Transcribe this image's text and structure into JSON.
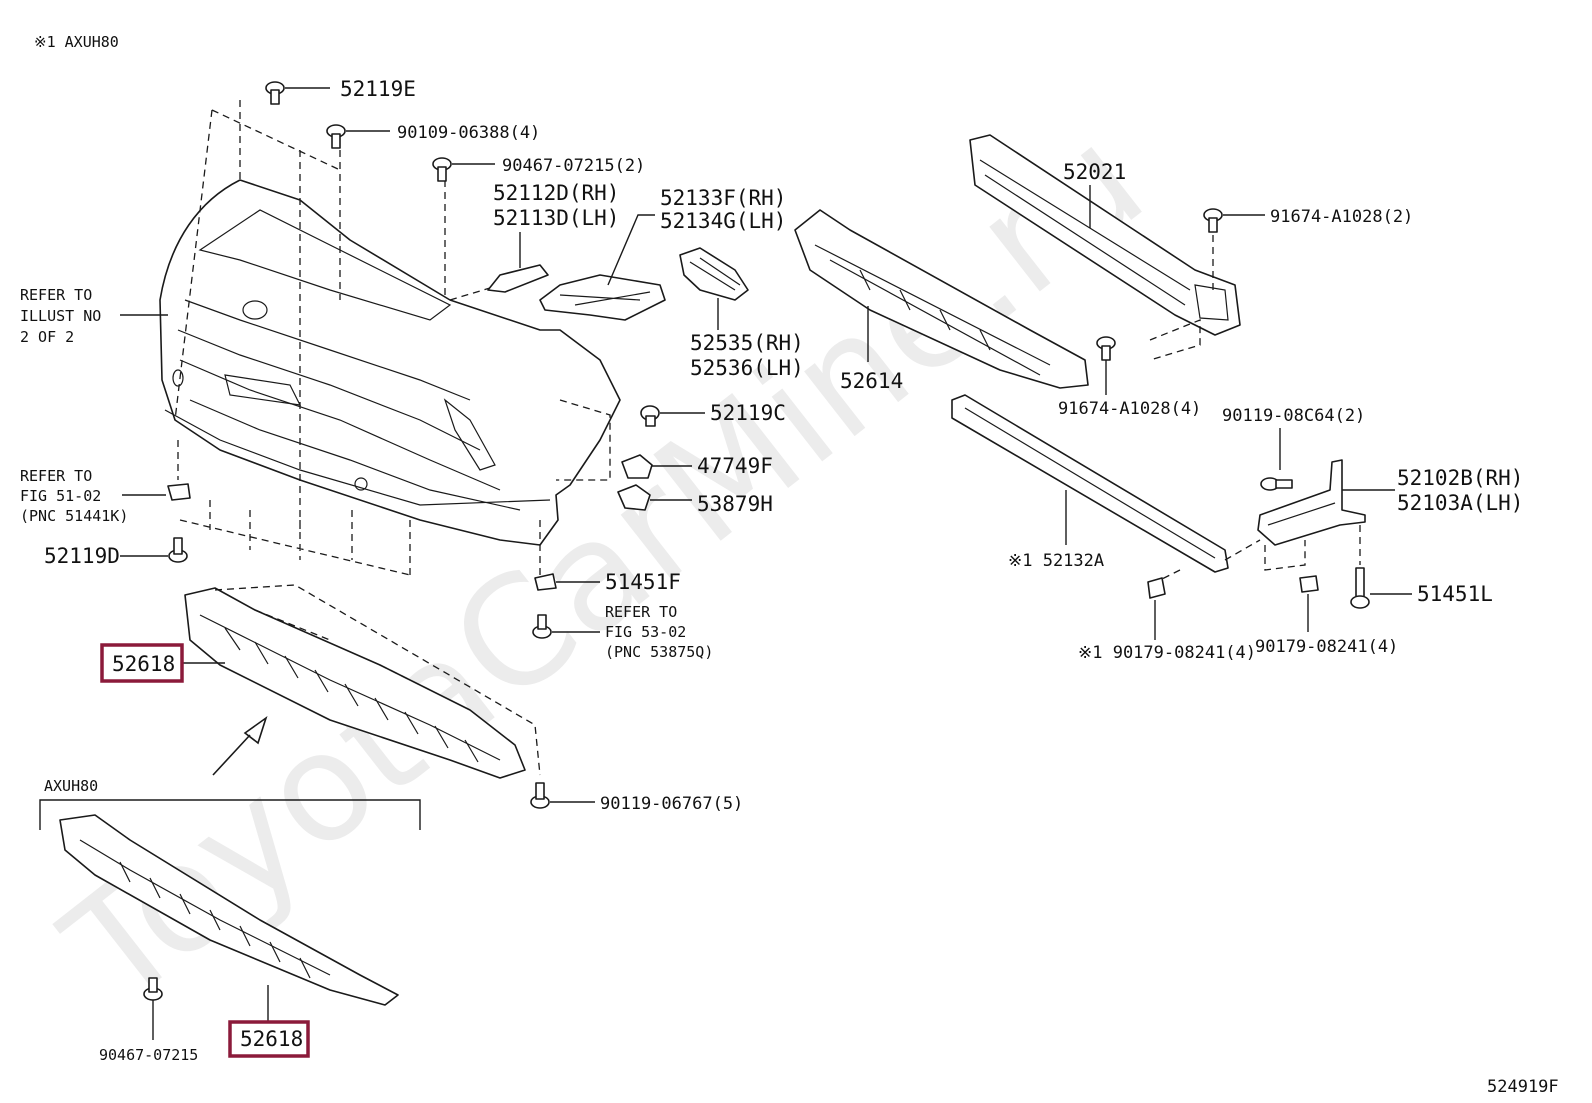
{
  "header": {
    "note": "※1 AXUH80"
  },
  "watermark": "ToyotaCarMine.ru",
  "footer": {
    "figure_code": "524919F"
  },
  "highlight_color": "#8b1a3a",
  "labels": {
    "p52119E": "52119E",
    "p90109": "90109-06388(4)",
    "p90467_2": "90467-07215(2)",
    "p52112D": "52112D(RH)",
    "p52113D": "52113D(LH)",
    "p52133F": "52133F(RH)",
    "p52134G": "52134G(LH)",
    "p52535": "52535(RH)",
    "p52536": "52536(LH)",
    "refer1_l1": "REFER TO",
    "refer1_l2": "ILLUST NO",
    "refer1_l3": "2 OF 2",
    "p52119C": "52119C",
    "p47749F": "47749F",
    "p53879H": "53879H",
    "refer2_l1": "REFER TO",
    "refer2_l2": "FIG 51-02",
    "refer2_l3": "(PNC 51441K)",
    "p52119D": "52119D",
    "p51451F": "51451F",
    "refer3_l1": "REFER TO",
    "refer3_l2": "FIG 53-02",
    "refer3_l3": "(PNC 53875Q)",
    "p52618_a": "52618",
    "p90119_06767": "90119-06767(5)",
    "axuh80_group": "AXUH80",
    "p90467_07215": "90467-07215",
    "p52618_b": "52618",
    "p52021": "52021",
    "p91674_2": "91674-A1028(2)",
    "p52614": "52614",
    "p91674_4": "91674-A1028(4)",
    "p90119_08C64": "90119-08C64(2)",
    "p52102B": "52102B(RH)",
    "p52103A": "52103A(LH)",
    "p52132A": "※1 52132A",
    "p51451L": "51451L",
    "p90179_a": "※1 90179-08241(4)",
    "p90179_b": "90179-08241(4)"
  }
}
